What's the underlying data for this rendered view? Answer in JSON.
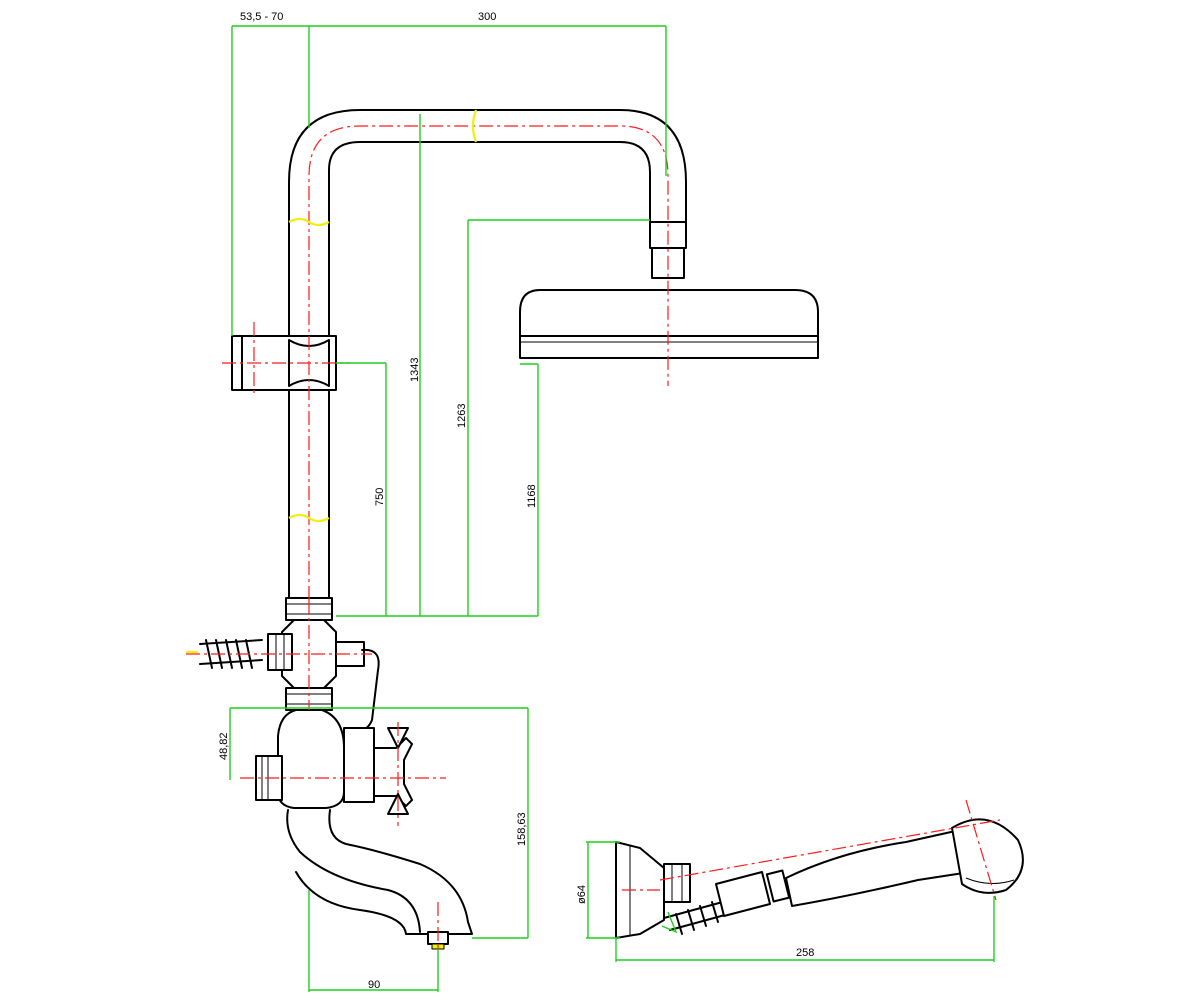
{
  "dimensions": {
    "wall_offset": "53,5 - 70",
    "arm_reach": "300",
    "total_height": "1343",
    "head_height": "1263",
    "head_face_height": "1168",
    "holder_height": "750",
    "mixer_offset": "48,82",
    "spout_height": "158,63",
    "spout_reach": "90",
    "handshower_diameter": "ø64",
    "handshower_length": "258"
  },
  "colors": {
    "outline": "#000000",
    "dimension": "#1ecf1e",
    "centerline": "#ff1a1a",
    "break_mark": "#f2ee10"
  }
}
